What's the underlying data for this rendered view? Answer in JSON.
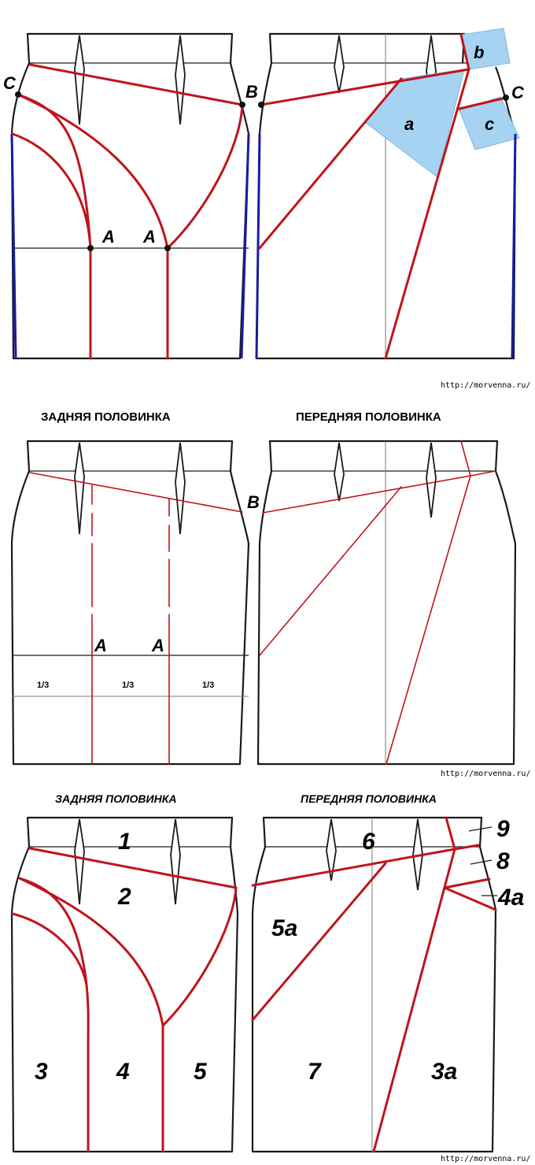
{
  "watermark": "http://morvenna.ru/",
  "panel1": {
    "labels": {
      "c_left": "C",
      "b": "B",
      "c_right": "C",
      "a_left": "A",
      "a_right": "A",
      "piece_a": "a",
      "piece_b": "b",
      "piece_c": "c"
    }
  },
  "panel2": {
    "title_back": "ЗАДНЯЯ ПОЛОВИНКА",
    "title_front": "ПЕРЕДНЯЯ ПОЛОВИНКА",
    "labels": {
      "b": "B",
      "a_left": "A",
      "a_right": "A"
    },
    "thirds": [
      "1/3",
      "1/3",
      "1/3"
    ]
  },
  "panel3": {
    "title_back": "ЗАДНЯЯ ПОЛОВИНКА",
    "title_front": "ПЕРЕДНЯЯ ПОЛОВИНКА",
    "pieces": {
      "p1": "1",
      "p2": "2",
      "p3": "3",
      "p4": "4",
      "p5": "5",
      "p6": "6",
      "p5a": "5a",
      "p7": "7",
      "p3a": "3a",
      "p9": "9",
      "p8": "8",
      "p4a": "4a"
    }
  },
  "colors": {
    "seam": "#c0141c",
    "outline": "#1a1a1a",
    "side": "#1a1aa0",
    "piece_fill": "#a7d3f2"
  }
}
